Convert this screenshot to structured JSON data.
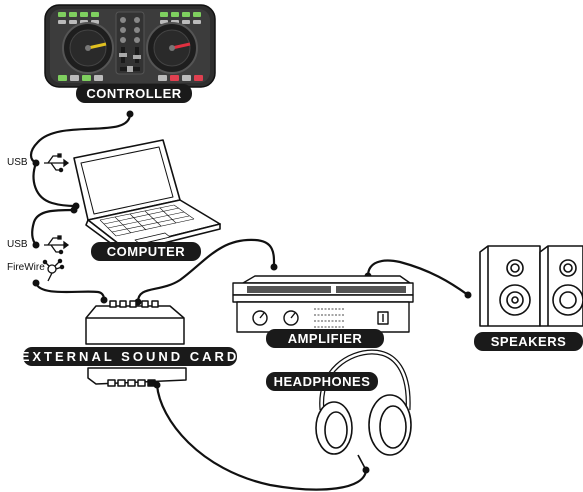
{
  "labels": {
    "controller": "CONTROLLER",
    "computer": "COMPUTER",
    "external_sound_card": "EXTERNAL SOUND CARD",
    "amplifier": "AMPLIFIER",
    "speakers": "SPEAKERS",
    "headphones": "HEADPHONES"
  },
  "connections": {
    "usb_top": "USB",
    "usb_bottom": "USB",
    "firewire": "FireWire"
  },
  "colors": {
    "label_bg": "#1a1a1a",
    "label_text": "#ffffff",
    "cable": "#111111",
    "controller_body": "#3a3a3a",
    "jog_left_accent": "#e0c020",
    "jog_right_accent": "#e03040",
    "button_green": "#7fcf5f",
    "button_red": "#e04050"
  },
  "icons": {
    "usb": "usb-icon",
    "firewire": "firewire-icon"
  }
}
